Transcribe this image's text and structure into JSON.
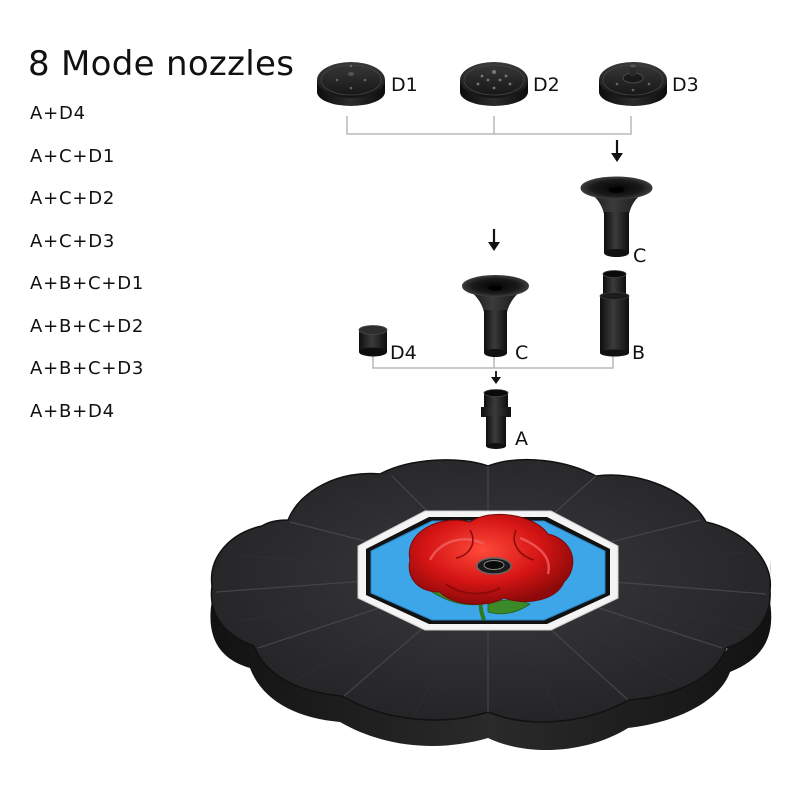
{
  "title": "8 Mode nozzles",
  "modes": [
    "A+D4",
    "A+C+D1",
    "A+C+D2",
    "A+C+D3",
    "A+B+C+D1",
    "A+B+C+D2",
    "A+B+C+D3",
    "A+B+D4"
  ],
  "parts": {
    "d1": "D1",
    "d2": "D2",
    "d3": "D3",
    "c_upper": "C",
    "c_lower": "C",
    "b": "B",
    "d4": "D4",
    "a": "A"
  },
  "colors": {
    "plastic": "#1e1e1e",
    "connector_line": "#b8b8b8",
    "panel_face": "#2a2a2c",
    "panel_edge": "#161616",
    "panel_blue": "#3da6e8",
    "rose": "#d81818",
    "leaf": "#3a8a2a"
  }
}
